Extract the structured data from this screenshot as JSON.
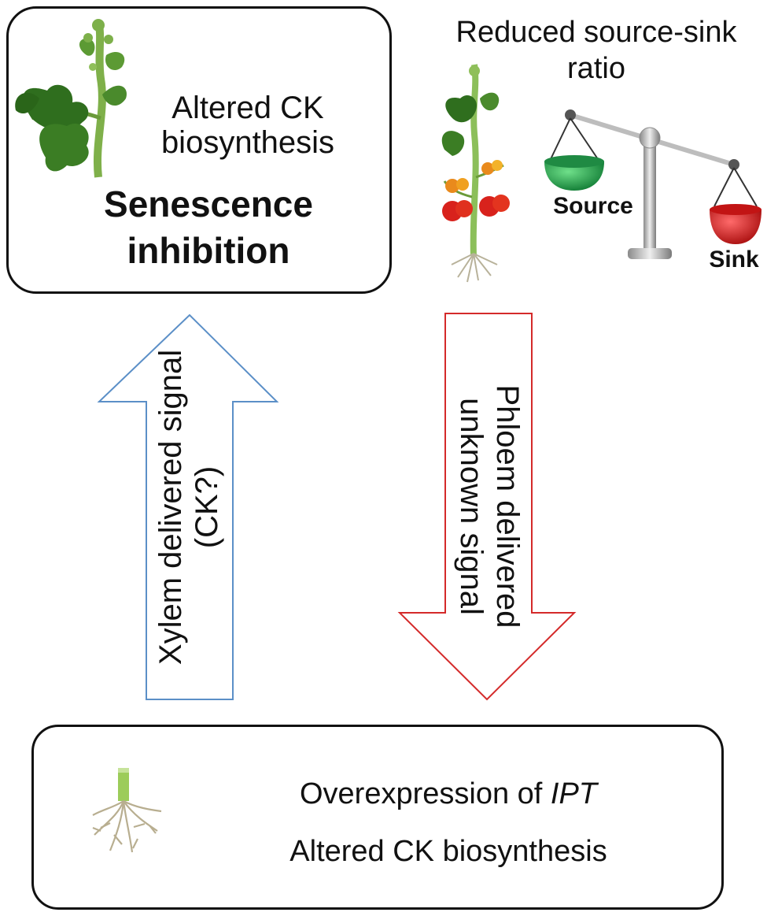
{
  "top_box": {
    "line1": "Altered CK",
    "line2": "biosynthesis",
    "bold1": "Senescence",
    "bold2": "inhibition"
  },
  "source_sink": {
    "title1": "Reduced source-sink",
    "title2": "ratio",
    "source_label": "Source",
    "sink_label": "Sink",
    "source_color": "#1fa34a",
    "sink_color": "#e01818"
  },
  "xylem_arrow": {
    "line1": "Xylem delivered signal",
    "line2": "(CK?)",
    "color": "#5b8fc7"
  },
  "phloem_arrow": {
    "line1": "Phloem delivered",
    "line2": "unknown signal",
    "color": "#d42a2a"
  },
  "bottom_box": {
    "line1_prefix": "Overexpression of ",
    "line1_italic": "IPT",
    "line2": "Altered CK biosynthesis"
  },
  "icons": [
    "tomato-shoot-icon",
    "fruiting-tomato-plant-icon",
    "balance-scale-icon",
    "root-icon"
  ]
}
